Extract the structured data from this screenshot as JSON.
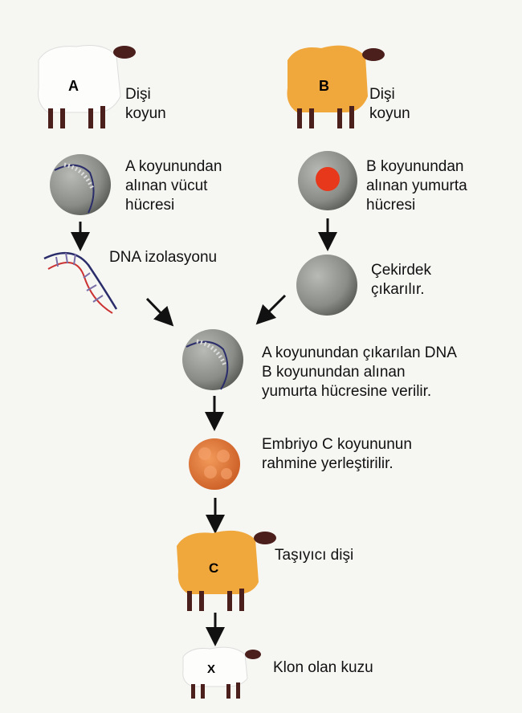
{
  "sheep_a": {
    "letter": "A",
    "label": "Dişi\nkoyun"
  },
  "sheep_b": {
    "letter": "B",
    "label": "Dişi\nkoyun"
  },
  "cell_a": {
    "label": "A koyunundan\nalınan vücut\nhücresi"
  },
  "egg_b": {
    "label": "B koyunundan\nalınan yumurta\nhücresi"
  },
  "dna": {
    "label": "DNA izolasyonu"
  },
  "enucleated": {
    "label": "Çekirdek\nçıkarılır."
  },
  "fusion": {
    "label": "A koyunundan çıkarılan DNA\nB koyunundan alınan\nyumurta hücresine verilir."
  },
  "embryo": {
    "label": "Embriyo C koyununun\nrahmine yerleştirilir."
  },
  "sheep_c": {
    "letter": "C",
    "label": "Taşıyıcı dişi"
  },
  "lamb": {
    "letter": "X",
    "label": "Klon olan kuzu"
  },
  "colors": {
    "orange": "#f0a83c",
    "cell_gray": "#8f918e",
    "nucleus_red": "#e8381c",
    "embryo": "#e07a3a"
  }
}
